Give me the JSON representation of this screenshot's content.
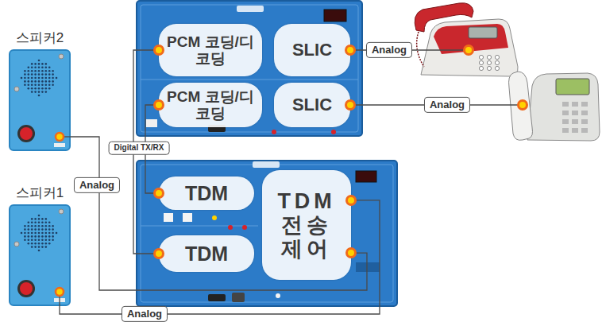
{
  "diagram": {
    "nodes": [
      {
        "text": [
          "스피커2"
        ]
      },
      {
        "text": [
          "스피커1"
        ]
      },
      {
        "text": [
          "PCM 코딩/디코딩"
        ]
      },
      {
        "text": [
          "SLIC"
        ]
      },
      {
        "text": [
          "PCM 코딩/디코딩"
        ]
      },
      {
        "text": [
          "SLIC"
        ]
      },
      {
        "text": [
          "TDM"
        ]
      },
      {
        "text": [
          "TDM"
        ]
      },
      {
        "text": [
          "TDM 전송 제어"
        ]
      }
    ],
    "edges": [
      {
        "from": 2,
        "to": 7,
        "arrow": "none",
        "label": "Digital TX/RX"
      },
      {
        "from": 4,
        "to": 6,
        "arrow": "none"
      },
      {
        "from": 0,
        "to": 8,
        "arrow": "none",
        "label": "Analog"
      },
      {
        "from": 1,
        "to": 8,
        "arrow": "none",
        "label": "Analog"
      }
    ],
    "labels": [
      "Analog",
      "Analog"
    ]
  }
}
